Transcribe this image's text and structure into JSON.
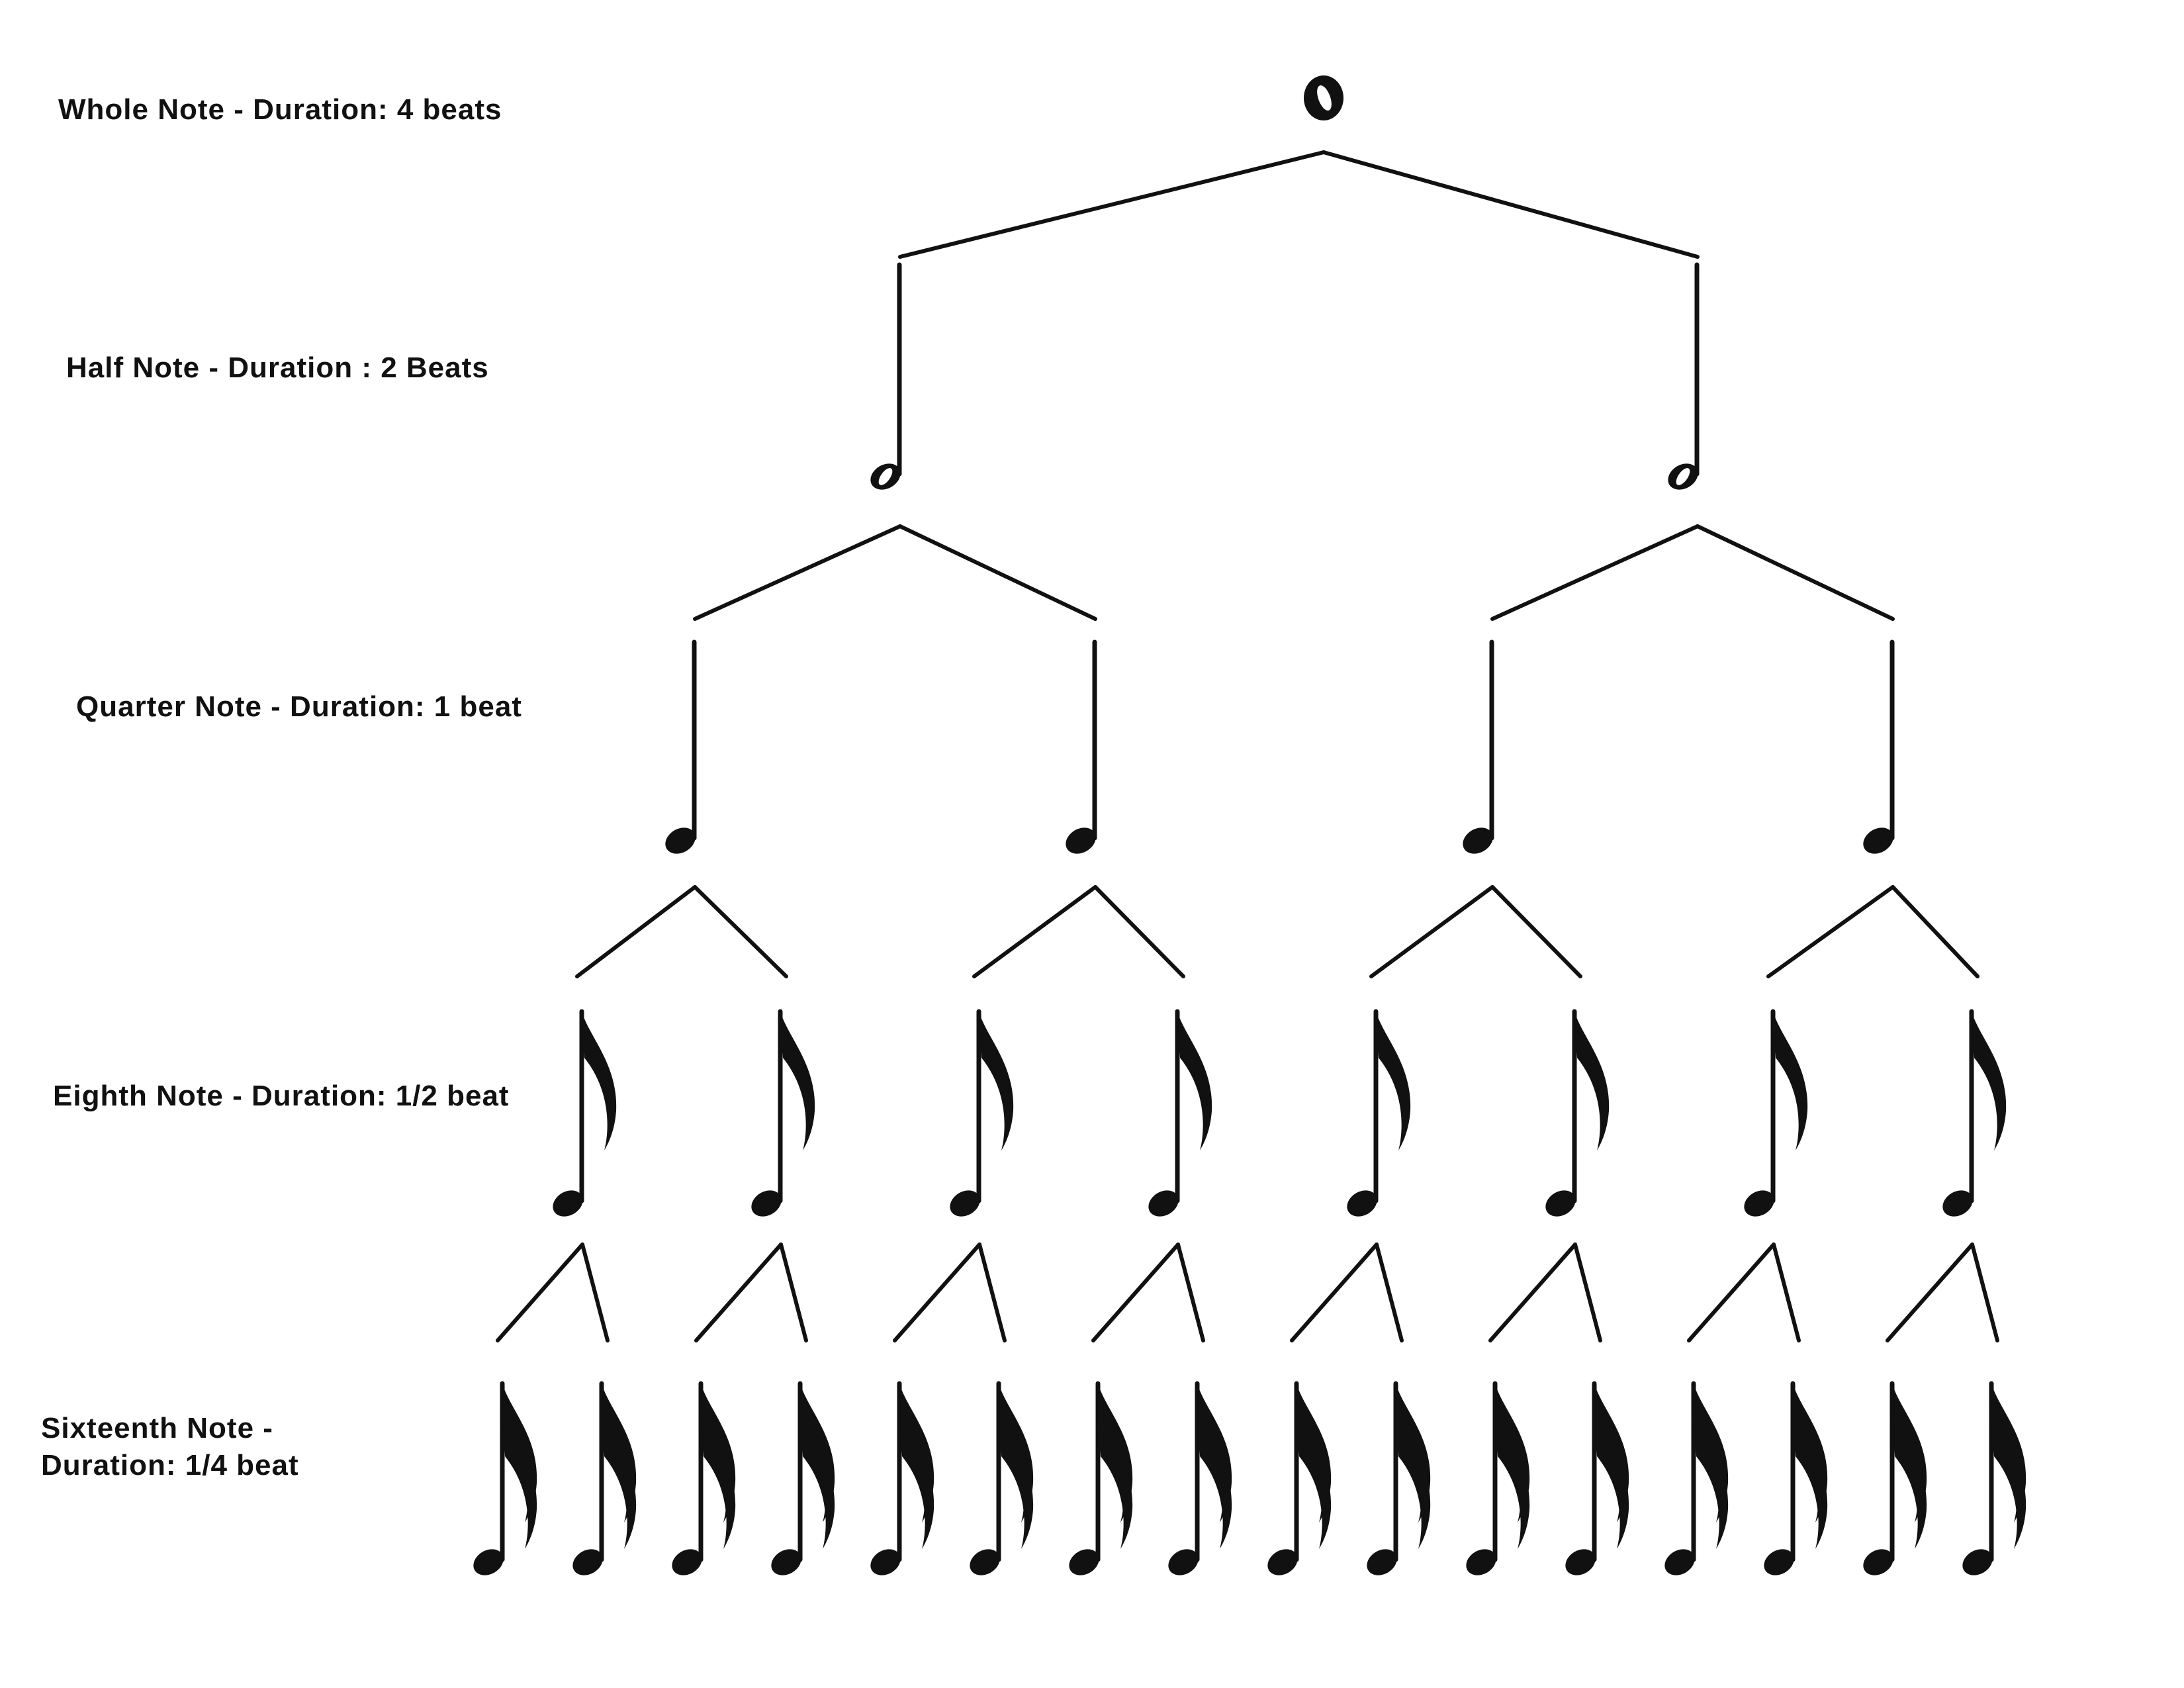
{
  "diagram": {
    "levels": [
      {
        "note": "whole",
        "count": 1,
        "label": "Whole Note - Duration: 4 beats",
        "icon": "whole-note-icon"
      },
      {
        "note": "half",
        "count": 2,
        "label": "Half Note - Duration : 2 Beats",
        "icon": "half-note-icon"
      },
      {
        "note": "quarter",
        "count": 4,
        "label": "Quarter Note - Duration: 1 beat",
        "icon": "quarter-note-icon"
      },
      {
        "note": "eighth",
        "count": 8,
        "label": "Eighth Note - Duration: 1/2 beat",
        "icon": "eighth-note-icon"
      },
      {
        "note": "sixteenth",
        "count": 16,
        "label": "Sixteenth Note -\nDuration: 1/4 beat",
        "icon": "sixteenth-note-icon"
      }
    ],
    "colors": {
      "ink": "#111111",
      "background": "#ffffff"
    }
  }
}
